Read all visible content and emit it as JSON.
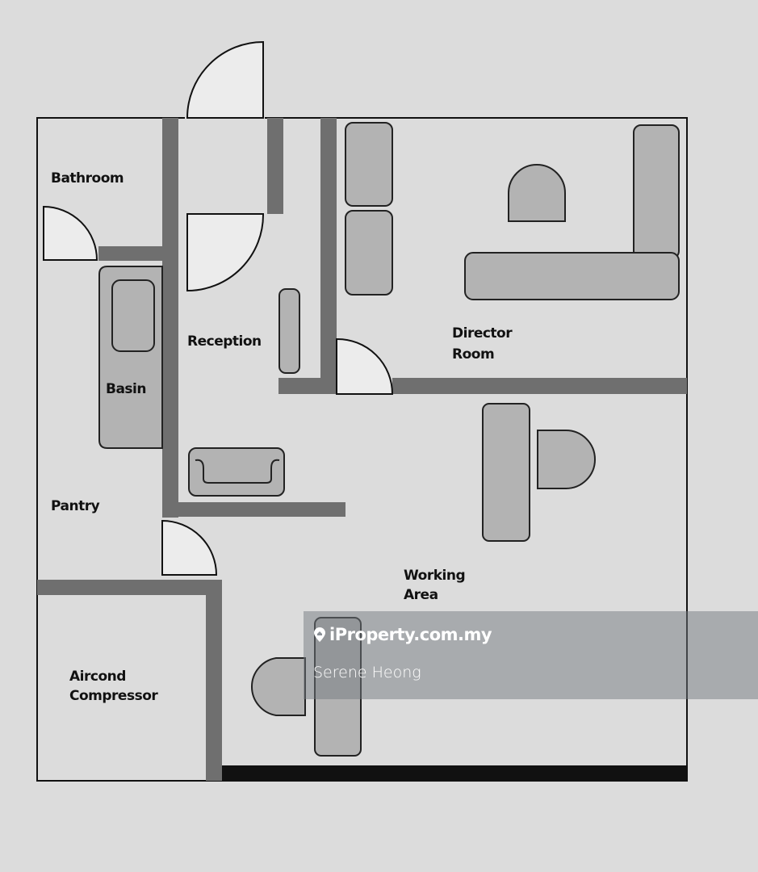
{
  "floorplan": {
    "rooms": {
      "bathroom": "Bathroom",
      "reception": "Reception",
      "basin": "Basin",
      "pantry": "Pantry",
      "director_line1": "Director",
      "director_line2": "Room",
      "working_line1": "Working",
      "working_line2": "Area",
      "aircond_line1": "Aircond",
      "aircond_line2": "Compressor"
    }
  },
  "watermark": {
    "brand": "iProperty.com.my",
    "agent": "Serene Heong",
    "icon": "location-pin-icon"
  },
  "colors": {
    "background": "#dcdcdc",
    "wall": "#6f6f6f",
    "furniture": "#b3b3b3"
  }
}
